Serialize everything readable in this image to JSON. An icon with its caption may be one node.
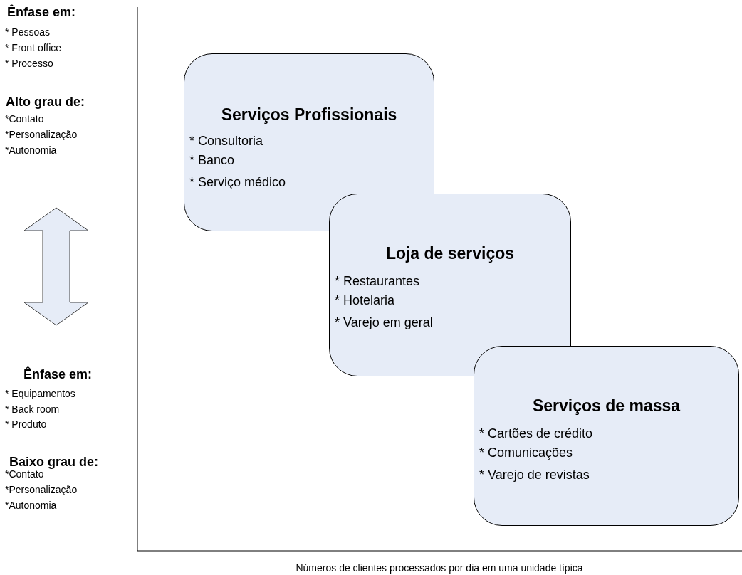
{
  "diagram": {
    "nodes": [
      {
        "text": [
          "Serviços Profissionais",
          "* Consultoria",
          "* Banco",
          "* Serviço médico"
        ]
      },
      {
        "text": [
          "Loja de serviços",
          "* Restaurantes",
          "* Hotelaria",
          "* Varejo em geral"
        ]
      },
      {
        "text": [
          "Serviços de massa",
          "* Cartões de crédito",
          "* Comunicações",
          "* Varejo de revistas"
        ]
      }
    ],
    "edges": [],
    "labels": [
      "Ênfase em:",
      "* Pessoas",
      "* Front office",
      "* Processo",
      "Alto grau de:",
      "*Contato",
      "*Personalização",
      "*Autonomia",
      "Ênfase em:",
      "* Equipamentos",
      "* Back room",
      "* Produto",
      "Baixo grau de:",
      "*Contato",
      "*Personalização",
      "*Autonomia",
      "Números de clientes processados por dia em uma unidade típica"
    ]
  }
}
